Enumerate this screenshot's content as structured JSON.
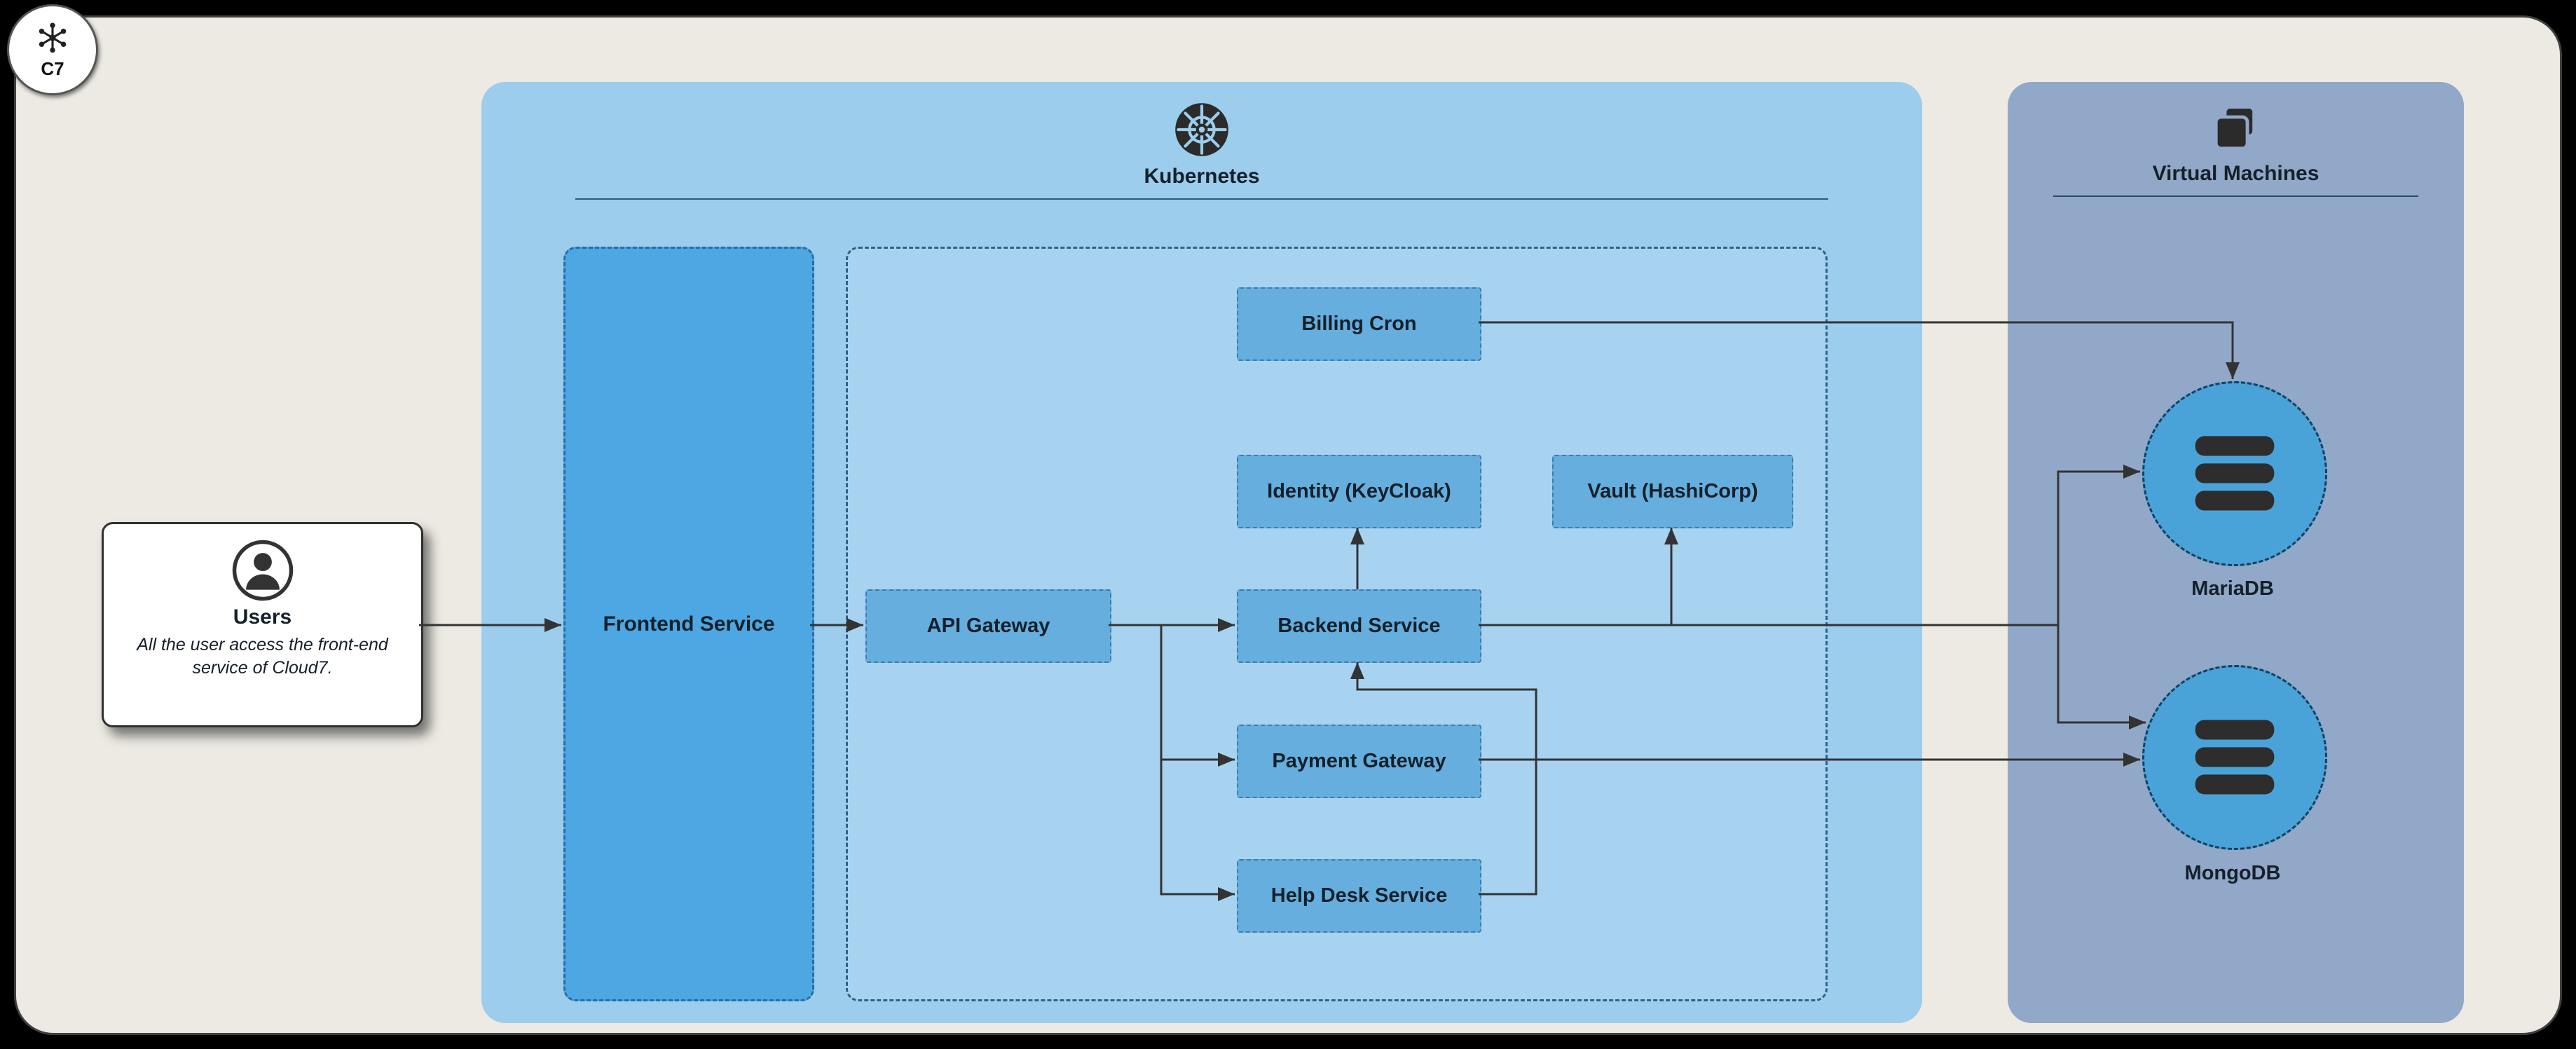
{
  "diagram": {
    "badge": {
      "label": "C7"
    },
    "users": {
      "title": "Users",
      "description": "All the user access the front-end service of Cloud7."
    },
    "kubernetes": {
      "title": "Kubernetes",
      "frontend_label": "Frontend Service",
      "services": {
        "billing_cron": "Billing Cron",
        "identity": "Identity (KeyCloak)",
        "vault": "Vault (HashiCorp)",
        "api_gateway": "API Gateway",
        "backend": "Backend Service",
        "payment_gateway": "Payment Gateway",
        "help_desk": "Help Desk Service"
      }
    },
    "virtual_machines": {
      "title": "Virtual Machines",
      "databases": [
        {
          "label": "MariaDB"
        },
        {
          "label": "MongoDB"
        }
      ]
    },
    "colors": {
      "canvas_bg": "#ECEAE2",
      "kubernetes_bg": "#9CCDED",
      "inner_group_bg": "#A8D3F0",
      "frontend_bg": "#4DA7E2",
      "service_box_bg": "#65AEDD",
      "vm_bg": "#92A8C8",
      "db_circle_bg": "#4AA3D8",
      "connector_line": "#333333"
    }
  }
}
